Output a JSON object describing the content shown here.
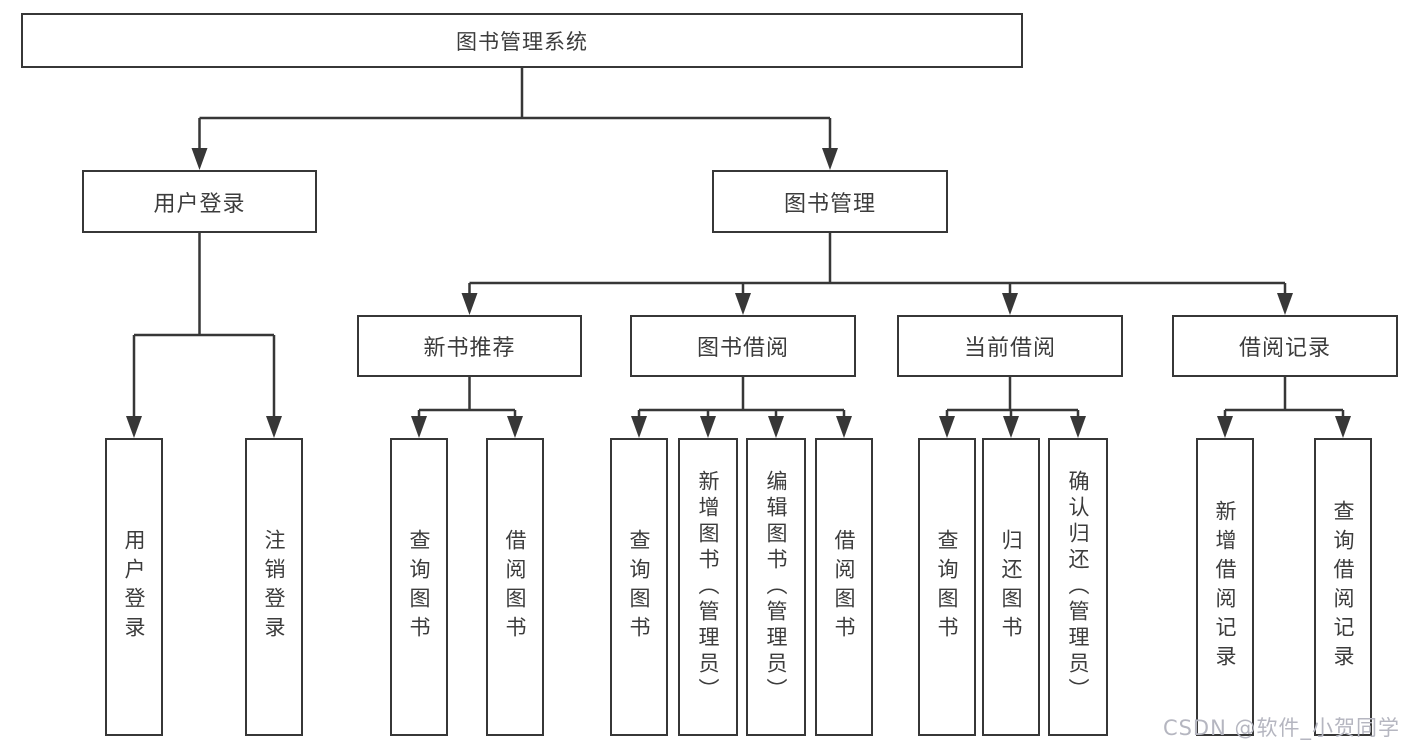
{
  "meta": {
    "watermark": "CSDN @软件_小贺同学",
    "colors": {
      "line": "#373737",
      "box_border": "#373737",
      "text": "#3c3c3c",
      "watermark": "#b5b6c0",
      "background": "#ffffff"
    }
  },
  "nodes": {
    "root": {
      "label": "图书管理系统"
    },
    "level1": [
      {
        "label": "用户登录"
      },
      {
        "label": "图书管理"
      }
    ],
    "level2": [
      {
        "label": "新书推荐"
      },
      {
        "label": "图书借阅"
      },
      {
        "label": "当前借阅"
      },
      {
        "label": "借阅记录"
      }
    ],
    "leaves": {
      "user_login": [
        {
          "label": "用户登录"
        },
        {
          "label": "注销登录"
        }
      ],
      "new_book": [
        {
          "label": "查询图书"
        },
        {
          "label": "借阅图书"
        }
      ],
      "book_borrow": [
        {
          "label": "查询图书"
        },
        {
          "label": "新增图书（管理员）"
        },
        {
          "label": "编辑图书（管理员）"
        },
        {
          "label": "借阅图书"
        }
      ],
      "current_borrow": [
        {
          "label": "查询图书"
        },
        {
          "label": "归还图书"
        },
        {
          "label": "确认归还（管理员）"
        }
      ],
      "borrow_record": [
        {
          "label": "新增借阅记录"
        },
        {
          "label": "查询借阅记录"
        }
      ]
    }
  }
}
